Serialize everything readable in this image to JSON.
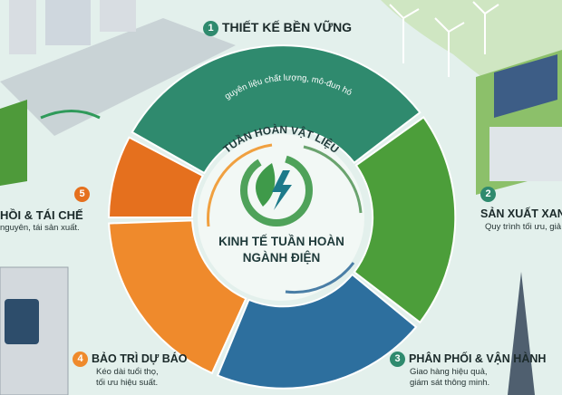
{
  "colors": {
    "step1": "#2f8a6e",
    "step2": "#4c9e3a",
    "step3": "#2d6f9e",
    "step4": "#ef8a2c",
    "step5": "#e5701e",
    "background": "#e3f0ec",
    "text": "#1b2a2a"
  },
  "inner_ring_label": "TUẦN HOÀN VẬT LIỆU",
  "center": {
    "icon": "leaf-lightning-recycle-icon",
    "title_line1": "KINH TẾ TUẦN HOÀN",
    "title_line2": "NGÀNH ĐIỆN"
  },
  "steps": [
    {
      "number": "1",
      "title": "THIẾT KẾ BỀN VỮNG",
      "description": "Nguyên liệu chất lượng, mô-đun hóa"
    },
    {
      "number": "2",
      "title": "SẢN XUẤT XAN",
      "description": "Quy trình tối ưu, giả"
    },
    {
      "number": "3",
      "title": "PHÂN PHỐI & VẬN HÀNH",
      "description_line1": "Giao hàng hiệu quả,",
      "description_line2": "giám sát thông minh."
    },
    {
      "number": "4",
      "title": "BẢO TRÌ DỰ BÁO",
      "description_line1": "Kéo dài tuổi thọ,",
      "description_line2": "tối ưu hiệu suất."
    },
    {
      "number": "5",
      "title": "HỒI & TÁI CHẾ",
      "description": "nguyên, tái sản xuất."
    }
  ]
}
